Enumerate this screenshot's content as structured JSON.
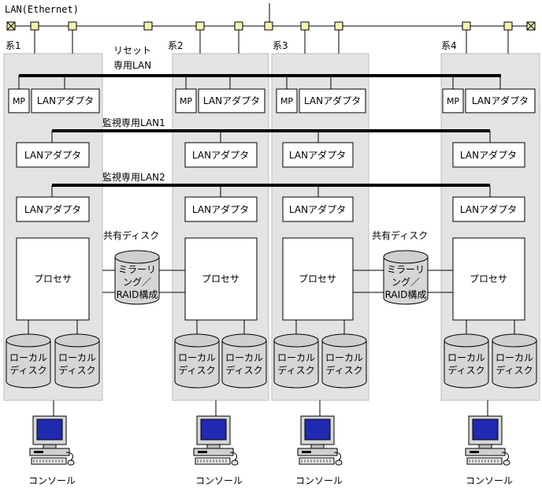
{
  "lan_label": "LAN(Ethernet)",
  "reset_lan_label": [
    "リセット",
    "専用LAN"
  ],
  "monitor_lan1_label": "監視専用LAN1",
  "monitor_lan2_label": "監視専用LAN2",
  "shared_disk_label": "共有ディスク",
  "shared_disk_text": [
    "ミラーリ",
    "ング／",
    "RAID構成"
  ],
  "mp_label": "MP",
  "lan_adapter_label": "LANアダプタ",
  "processor_label": "プロセサ",
  "local_disk_text": [
    "ローカル",
    "ディスク"
  ],
  "console_label": "コンソール",
  "systems": [
    {
      "name": "系1"
    },
    {
      "name": "系2"
    },
    {
      "name": "系3"
    },
    {
      "name": "系4"
    }
  ],
  "colors": {
    "system_bg": "#e3e3e3",
    "monitor_screen": "#1f2ab0",
    "lan_tap": "#f3f3b0"
  }
}
